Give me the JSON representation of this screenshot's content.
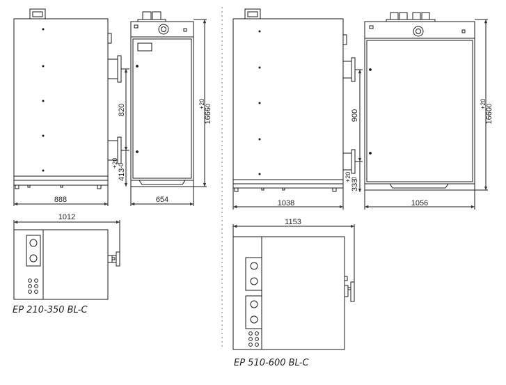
{
  "models": [
    {
      "caption": "EP 210-350 BL-C",
      "side_width": "888",
      "front_width": "654",
      "height": "1666",
      "height_tol_plus": "+20",
      "height_tol_minus": "-0",
      "pipe_spacing": "820",
      "pipe_height": "413",
      "pipe_tol_plus": "+20",
      "pipe_tol_minus": "-0",
      "top_width": "1012"
    },
    {
      "caption": "EP 510-600 BL-C",
      "side_width": "1038",
      "front_width": "1056",
      "height": "1660",
      "height_tol_plus": "+20",
      "height_tol_minus": "-0",
      "pipe_spacing": "900",
      "pipe_height": "333",
      "pipe_tol_plus": "+20",
      "pipe_tol_minus": "-0",
      "top_width": "1153"
    }
  ],
  "colors": {
    "line": "#1a1a1a",
    "dim_line": "#555555"
  }
}
